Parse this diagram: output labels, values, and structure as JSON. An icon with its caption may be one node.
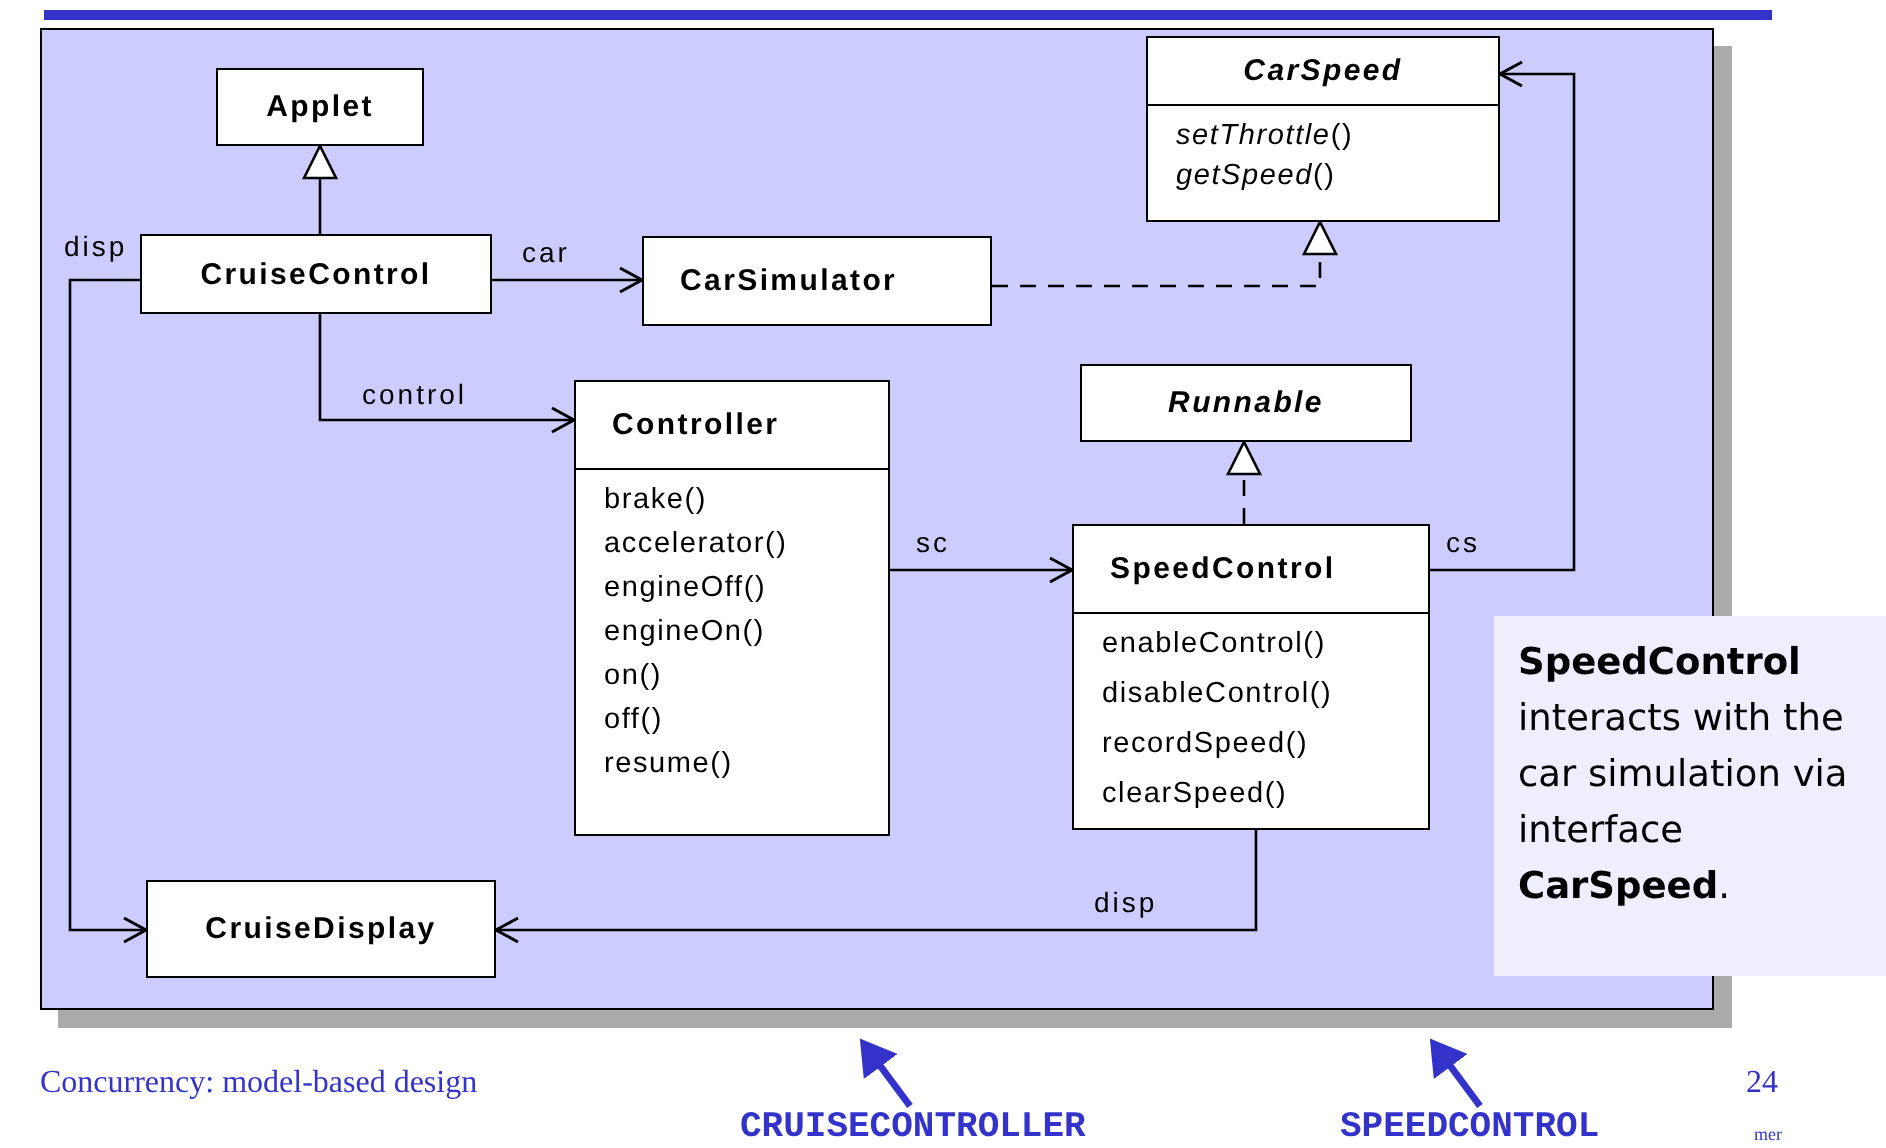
{
  "diagram": {
    "nodes": [
      {
        "text": [
          "Applet"
        ]
      },
      {
        "text": [
          "CarSpeed",
          "*setThrottle*()",
          "*getSpeed*()"
        ]
      },
      {
        "text": [
          "CruiseControl"
        ]
      },
      {
        "text": [
          "CarSimulator"
        ]
      },
      {
        "text": [
          "Controller",
          "brake()",
          "accelerator()",
          "engineOff()",
          "engineOn()",
          "on()",
          "off()",
          "resume()"
        ]
      },
      {
        "text": [
          "Runnable"
        ]
      },
      {
        "text": [
          "SpeedControl",
          "enableControl()",
          "disableControl()",
          "recordSpeed()",
          "clearSpeed()"
        ]
      },
      {
        "text": [
          "CruiseDisplay"
        ]
      },
      {
        "text": [
          "**SpeedControl** interacts with the car simulation via interface **CarSpeed**."
        ]
      },
      {
        "text": [
          "CRUISECONTROLLER"
        ]
      },
      {
        "text": [
          "SPEEDCONTROL"
        ]
      }
    ],
    "edges": [
      {
        "from": 2,
        "to": 0,
        "arrow": "to"
      },
      {
        "from": 2,
        "to": 3,
        "arrow": "to",
        "label": "car"
      },
      {
        "from": 3,
        "to": 1,
        "arrow": "to",
        "style": "dashed"
      },
      {
        "from": 2,
        "to": 4,
        "arrow": "to",
        "label": "control"
      },
      {
        "from": 2,
        "to": 7,
        "arrow": "to",
        "label": "disp"
      },
      {
        "from": 4,
        "to": 6,
        "arrow": "to",
        "label": "sc"
      },
      {
        "from": 6,
        "to": 5,
        "arrow": "to",
        "style": "dashed"
      },
      {
        "from": 6,
        "to": 1,
        "arrow": "to",
        "label": "cs"
      },
      {
        "from": 6,
        "to": 7,
        "arrow": "to",
        "label": "disp"
      },
      {
        "from": 9,
        "to": null,
        "arrow": "to",
        "color": "#3333cc",
        "style": "thick"
      },
      {
        "from": 10,
        "to": null,
        "arrow": "to",
        "color": "#3333cc",
        "style": "thick"
      }
    ],
    "labels": [
      "Concurrency: model-based design",
      "24",
      "mer"
    ]
  }
}
